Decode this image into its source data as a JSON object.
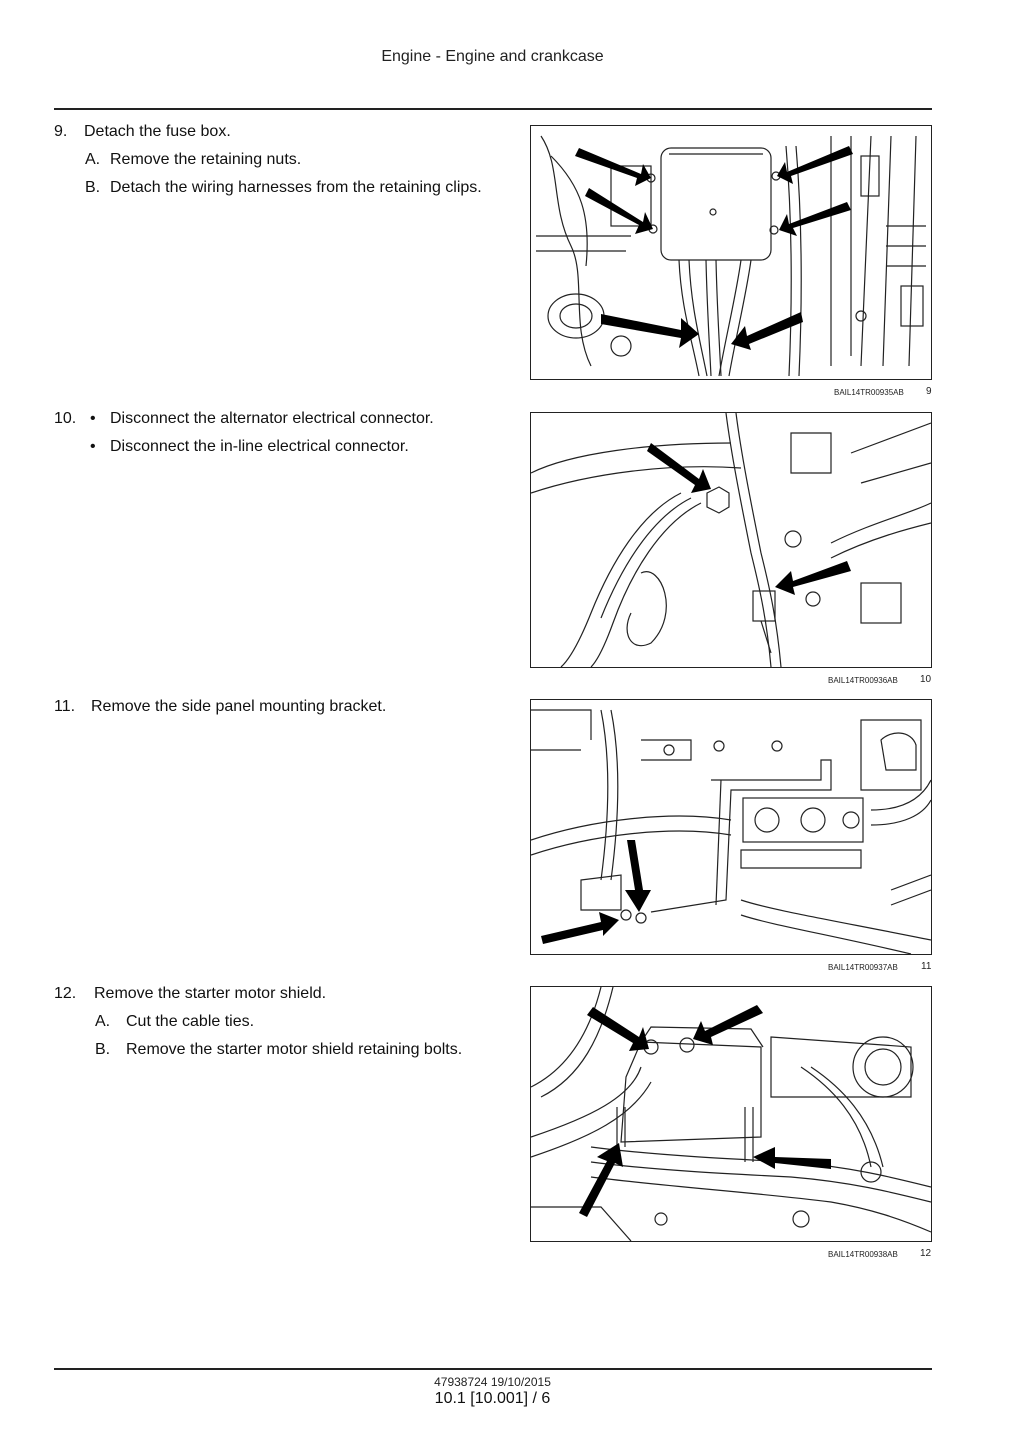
{
  "header": {
    "title": "Engine - Engine and crankcase"
  },
  "steps": [
    {
      "number": "9.",
      "text": "Detach the fuse box.",
      "subs": [
        {
          "label": "A.",
          "text": "Remove the retaining nuts."
        },
        {
          "label": "B.",
          "text": "Detach the wiring harnesses from the retaining clips."
        }
      ]
    },
    {
      "number": "10.",
      "bullets": [
        {
          "marker": "•",
          "text": "Disconnect the alternator electrical connector."
        },
        {
          "marker": "•",
          "text": "Disconnect the in-line electrical connector."
        }
      ]
    },
    {
      "number": "11.",
      "text": "Remove the side panel mounting bracket."
    },
    {
      "number": "12.",
      "text": "Remove the starter motor shield.",
      "subs": [
        {
          "label": "A.",
          "text": "Cut the cable ties."
        },
        {
          "label": "B.",
          "text": "Remove the starter motor shield retaining bolts."
        }
      ]
    }
  ],
  "figures": [
    {
      "caption": "BAIL14TR00935AB",
      "number": "9",
      "illustration": "fuse-box-illustration"
    },
    {
      "caption": "BAIL14TR00936AB",
      "number": "10",
      "illustration": "alternator-connector-illustration"
    },
    {
      "caption": "BAIL14TR00937AB",
      "number": "11",
      "illustration": "side-panel-bracket-illustration"
    },
    {
      "caption": "BAIL14TR00938AB",
      "number": "12",
      "illustration": "starter-motor-shield-illustration"
    }
  ],
  "footer": {
    "code": "47938724 19/10/2015",
    "page": "10.1 [10.001] / 6"
  }
}
